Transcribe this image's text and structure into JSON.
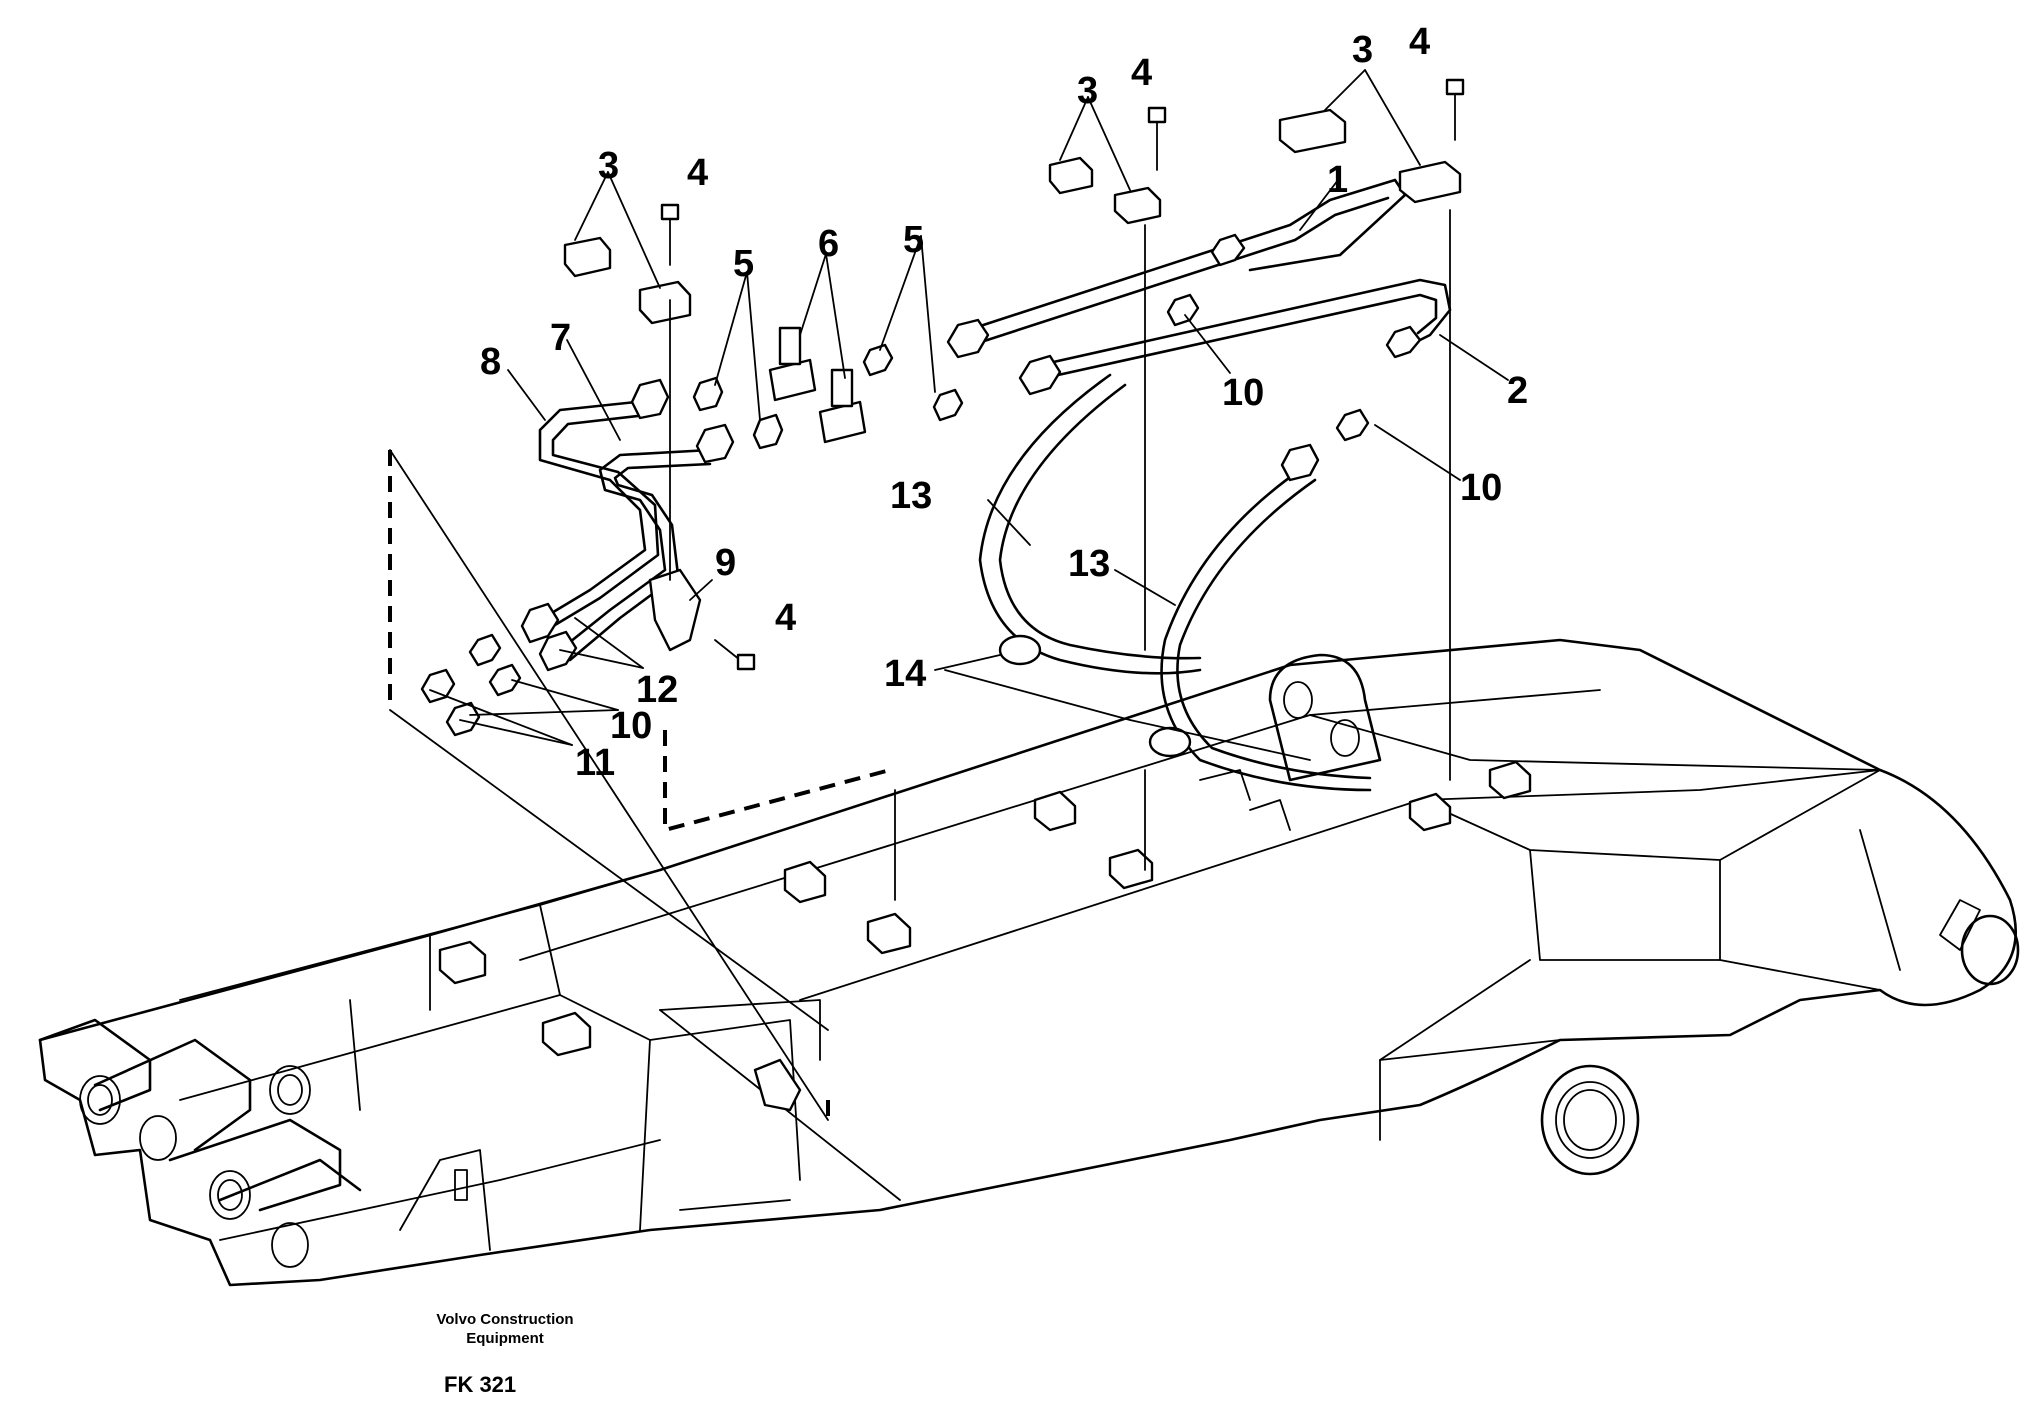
{
  "diagram": {
    "callouts": [
      {
        "id": "c1",
        "text": "1"
      },
      {
        "id": "c2",
        "text": "2"
      },
      {
        "id": "c3a",
        "text": "3"
      },
      {
        "id": "c3b",
        "text": "3"
      },
      {
        "id": "c3c",
        "text": "3"
      },
      {
        "id": "c4a",
        "text": "4"
      },
      {
        "id": "c4b",
        "text": "4"
      },
      {
        "id": "c4c",
        "text": "4"
      },
      {
        "id": "c4d",
        "text": "4"
      },
      {
        "id": "c5a",
        "text": "5"
      },
      {
        "id": "c5b",
        "text": "5"
      },
      {
        "id": "c6",
        "text": "6"
      },
      {
        "id": "c7",
        "text": "7"
      },
      {
        "id": "c8",
        "text": "8"
      },
      {
        "id": "c9",
        "text": "9"
      },
      {
        "id": "c10a",
        "text": "10"
      },
      {
        "id": "c10b",
        "text": "10"
      },
      {
        "id": "c10c",
        "text": "10"
      },
      {
        "id": "c11",
        "text": "11"
      },
      {
        "id": "c12",
        "text": "12"
      },
      {
        "id": "c13a",
        "text": "13"
      },
      {
        "id": "c13b",
        "text": "13"
      },
      {
        "id": "c14",
        "text": "14"
      }
    ]
  },
  "footer": {
    "company_line1": "Volvo Construction",
    "company_line2": "Equipment",
    "figure_code": "FK 321"
  }
}
